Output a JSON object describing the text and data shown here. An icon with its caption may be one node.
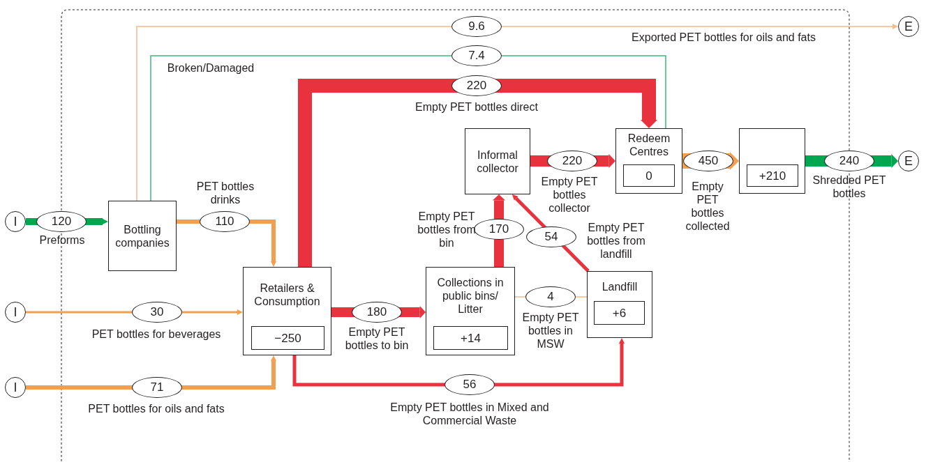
{
  "diagram": {
    "nodes": [
      {
        "text": [
          "I"
        ]
      },
      {
        "text": [
          "I"
        ]
      },
      {
        "text": [
          "I"
        ]
      },
      {
        "text": [
          "Bottling companies"
        ]
      },
      {
        "text": [
          "Retailers & Consumption"
        ]
      },
      {
        "text": [
          "−250"
        ],
        "in": 4
      },
      {
        "text": [
          "Collections in public bins/ Litter"
        ]
      },
      {
        "text": [
          "+14"
        ],
        "in": 6
      },
      {
        "text": [
          "Informal collector"
        ]
      },
      {
        "text": [
          "Landfill"
        ]
      },
      {
        "text": [
          "+6"
        ],
        "in": 9
      },
      {
        "text": [
          "Redeem Centres"
        ]
      },
      {
        "text": [
          "0"
        ],
        "in": 11
      },
      {
        "text": [],
        "shape": "box"
      },
      {
        "text": [
          "+210"
        ],
        "in": 13
      },
      {
        "text": [
          "E"
        ]
      },
      {
        "text": [
          "E"
        ]
      }
    ],
    "edges": [
      {
        "from": 0,
        "to": 3,
        "arrow": "to",
        "label": "120",
        "color": "#00a650"
      },
      {
        "from": 3,
        "to": 4,
        "arrow": "to",
        "label": "110",
        "color": "#f29f4f"
      },
      {
        "from": 1,
        "to": 4,
        "arrow": "to",
        "label": "30",
        "color": "#f29f4f"
      },
      {
        "from": 2,
        "to": 4,
        "arrow": "to",
        "label": "71",
        "color": "#f29f4f"
      },
      {
        "from": 4,
        "to": 6,
        "arrow": "to",
        "label": "180",
        "style": "thick"
      },
      {
        "from": 4,
        "to": 11,
        "arrow": "to",
        "label": "220",
        "style": "thick"
      },
      {
        "from": 6,
        "to": 8,
        "arrow": "to",
        "label": "170",
        "style": "thick"
      },
      {
        "from": 9,
        "to": 8,
        "arrow": "to",
        "label": "54"
      },
      {
        "from": 6,
        "to": 9,
        "arrow": "none",
        "label": "4",
        "color": "#f5b98a"
      },
      {
        "from": 4,
        "to": 9,
        "arrow": "to",
        "label": "56"
      },
      {
        "from": 8,
        "to": 11,
        "arrow": "to",
        "label": "220",
        "style": "thick"
      },
      {
        "from": 11,
        "to": 13,
        "arrow": "to",
        "label": "450",
        "style": "thick",
        "color": "#f29f4f"
      },
      {
        "from": 13,
        "to": 16,
        "arrow": "to",
        "label": "240",
        "style": "thick",
        "color": "#00a650"
      },
      {
        "from": 3,
        "to": 15,
        "arrow": "to",
        "label": "9.6",
        "color": "#f5b98a"
      },
      {
        "from": 11,
        "to": 3,
        "arrow": "none",
        "label": "7.4",
        "color": "#3cb878"
      }
    ],
    "labels": [
      "Exported PET bottles for oils and fats",
      "Broken/Damaged",
      "Empty PET bottles direct",
      "PET bottles drinks",
      "Empty PET bottles collector",
      "Empty PET bottles collected",
      "Shredded PET bottles",
      "Preforms",
      "Empty PET bottles from bin",
      "Empty PET bottles from landfill",
      "PET bottles for beverages",
      "Empty PET bottles to bin",
      "Empty PET bottles in MSW",
      "PET bottles for oils and fats",
      "Empty PET bottles in Mixed and Commercial Waste"
    ]
  }
}
